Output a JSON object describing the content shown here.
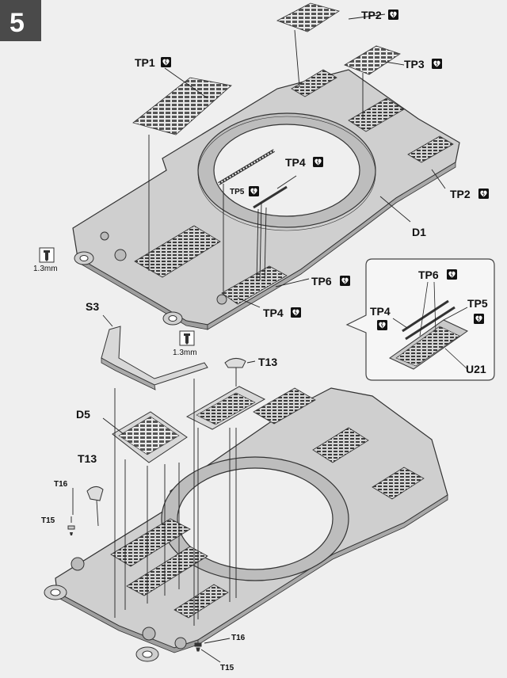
{
  "step": {
    "number": "5"
  },
  "labels": {
    "tp2_top": "TP2",
    "tp1": "TP1",
    "tp3": "TP3",
    "tp4_mid": "TP4",
    "tp5_mid": "TP5",
    "tp2_right": "TP2",
    "d1": "D1",
    "tp6_mid": "TP6",
    "tp4_low": "TP4",
    "s3": "S3",
    "t13_top": "T13",
    "d5": "D5",
    "t13_left": "T13",
    "t16_left": "T16",
    "t15_left": "T15",
    "t16_bottom": "T16",
    "t15_bottom": "T15"
  },
  "dimensions": {
    "screw_left": "1.3mm",
    "screw_bottom": "1.3mm"
  },
  "inset": {
    "tp6": "TP6",
    "tp4": "TP4",
    "tp5": "TP5",
    "u21": "U21"
  },
  "icons": {
    "photo_etch": "heart-icon"
  },
  "colors": {
    "background": "#efefef",
    "part_fill": "#cfcfcf",
    "part_stroke": "#333333",
    "step_badge": "#4a4a4a",
    "icon_bg": "#111111"
  }
}
